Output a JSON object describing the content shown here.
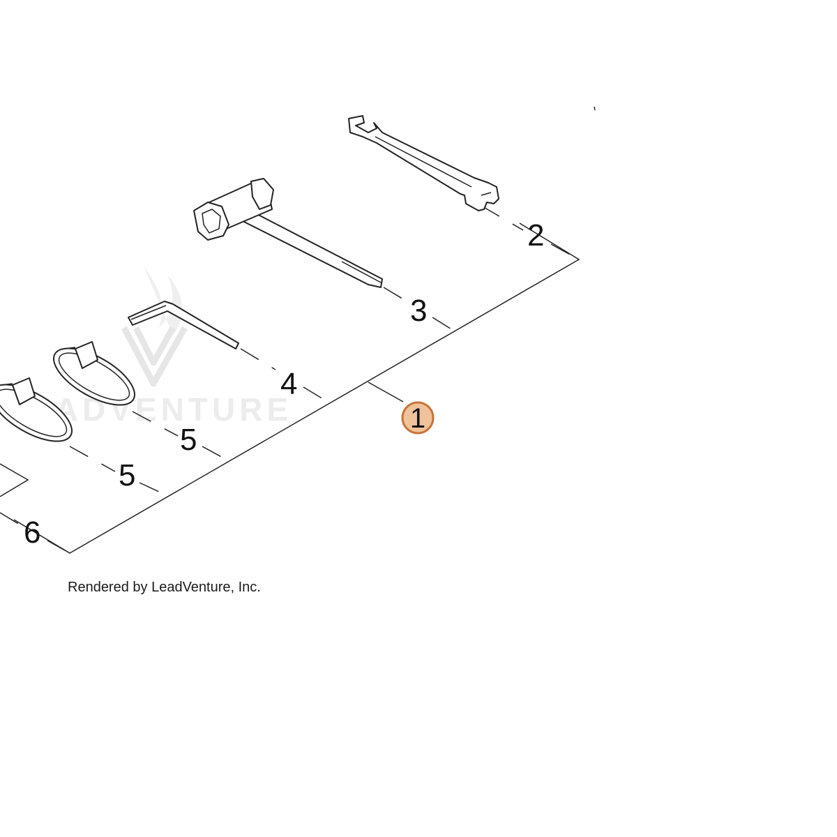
{
  "watermark": {
    "text": "LEADVENTURE",
    "color": "#ececec",
    "icon": "flame-v-logo-icon"
  },
  "credit": "Rendered by LeadVenture, Inc.",
  "callouts": {
    "wrench": "2",
    "plug_wrench": "3",
    "hex_key": "4",
    "clamp_upper": "5",
    "clamp_lower": "5",
    "bag": "6",
    "toolkit": "1"
  },
  "highlight_color": "#f0c39a",
  "highlight_stroke": "#c8743a",
  "parts": [
    {
      "name": "open-end-wrench-icon"
    },
    {
      "name": "spark-plug-wrench-icon"
    },
    {
      "name": "hex-key-icon"
    },
    {
      "name": "hose-clamp-icon"
    },
    {
      "name": "tool-bag-icon"
    }
  ]
}
